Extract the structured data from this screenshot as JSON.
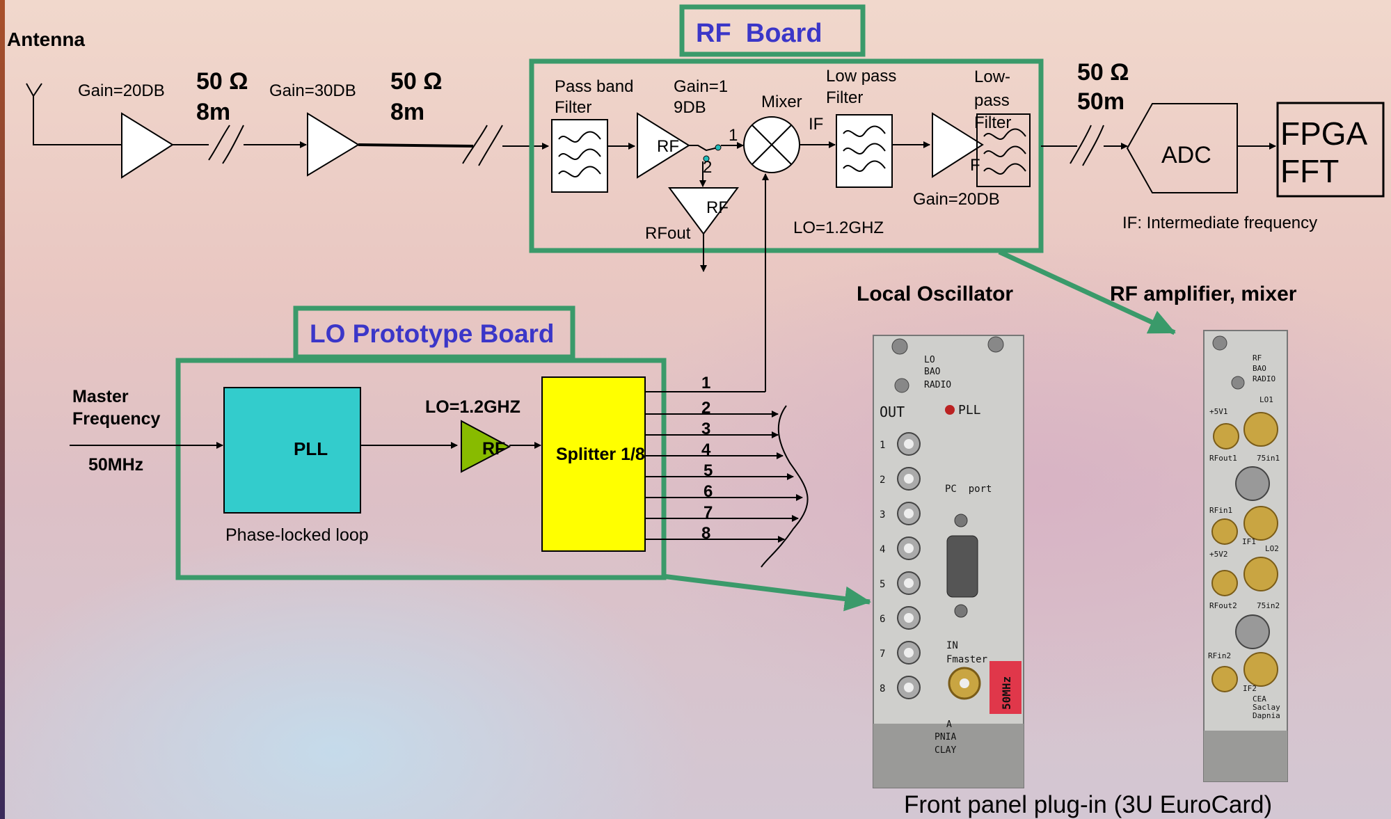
{
  "rf_board": {
    "title": "RF  Board",
    "antenna": "Antenna",
    "gain1": "Gain=20DB",
    "cable1": [
      "50 Ω",
      "8m"
    ],
    "gain2": "Gain=30DB",
    "cable2": [
      "50 Ω",
      "8m"
    ],
    "passband": [
      "Pass band",
      "Filter"
    ],
    "gain3": [
      "Gain=1",
      "9DB"
    ],
    "rf_amp": "RF",
    "port1": "1",
    "port2": "2",
    "mixer": "Mixer",
    "if": "IF",
    "lowpass1": [
      "Low pass",
      "Filter"
    ],
    "lowpass2": [
      "Low-",
      "pass",
      "Filter"
    ],
    "rf_tri": "RF",
    "rfout": "RFout",
    "lo": "LO=1.2GHZ",
    "gain4": "Gain=20DB",
    "cable3": [
      "50 Ω",
      "50m"
    ],
    "adc": "ADC",
    "fpga": [
      "FPGA",
      "FFT"
    ],
    "if_note": "IF: Intermediate frequency",
    "f_partial": "F"
  },
  "lo_board": {
    "title": "LO Prototype Board",
    "master": [
      "Master",
      "Frequency"
    ],
    "freq": "50MHz",
    "pll": "PLL",
    "pll_caption": "Phase-locked loop",
    "lo": "LO=1.2GHZ",
    "rf": "RF",
    "splitter": "Splitter 1/8",
    "outputs": [
      "1",
      "2",
      "3",
      "4",
      "5",
      "6",
      "7",
      "8"
    ]
  },
  "photos": {
    "lo_heading": "Local Oscillator",
    "rf_heading": "RF amplifier, mixer",
    "caption": "Front panel plug-in (3U EuroCard)",
    "lo_panel": {
      "top": [
        "LO",
        "BAO",
        "RADIO"
      ],
      "out": "OUT",
      "pll": "PLL",
      "numbers": [
        "1",
        "2",
        "3",
        "4",
        "5",
        "6",
        "7",
        "8"
      ],
      "pc_port": "PC  port",
      "in": "IN",
      "fmaster": "Fmaster",
      "tag": "50MHz",
      "bottom": [
        "A",
        "PNIA",
        "CLAY"
      ]
    },
    "rf_panel": {
      "top": [
        "RF",
        "BAO",
        "RADIO"
      ],
      "labels": [
        "LO1",
        "+5V1",
        "RFout1",
        "75in1",
        "RFin1",
        "IF1",
        "+5V2",
        "LO2",
        "RFout2",
        "75in2",
        "RFin2",
        "IF2",
        "CEA",
        "Saclay",
        "Dapnia"
      ]
    }
  },
  "colors": {
    "board_border": "#3a9a6a",
    "title": "#3b36c8",
    "pll_fill": "#33cccc",
    "splitter_fill": "#ffff00",
    "rf_lo_fill": "#88bb00"
  }
}
